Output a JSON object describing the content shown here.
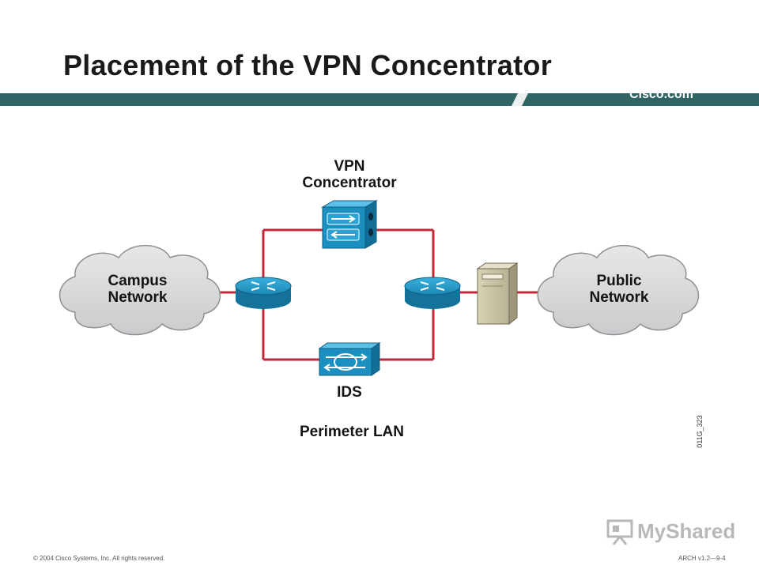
{
  "slide": {
    "title": "Placement of the VPN Concentrator",
    "brand": "Cisco.com",
    "figure_id": "011G_323",
    "copyright": "© 2004 Cisco Systems, Inc. All rights reserved.",
    "course_ref": "ARCH v1.2—9-4"
  },
  "diagram": {
    "vpn_concentrator": {
      "label_line1": "VPN",
      "label_line2": "Concentrator",
      "icon": "vpn-concentrator-icon"
    },
    "campus_network": {
      "label_line1": "Campus",
      "label_line2": "Network",
      "icon": "cloud-icon"
    },
    "public_network": {
      "label_line1": "Public",
      "label_line2": "Network",
      "icon": "cloud-icon"
    },
    "ids": {
      "label": "IDS",
      "icon": "ids-sensor-icon"
    },
    "perimeter_lan": {
      "label": "Perimeter LAN"
    },
    "router_left": {
      "icon": "router-icon"
    },
    "router_right": {
      "icon": "router-icon"
    },
    "firewall": {
      "icon": "server-firewall-icon"
    }
  },
  "watermark": {
    "text": "MyShared"
  },
  "colors": {
    "title_bar": "#2f6565",
    "link": "#c0283a",
    "router": "#1b8fbf",
    "device": "#1b8fbf",
    "cloud": "#d4d6d8"
  }
}
